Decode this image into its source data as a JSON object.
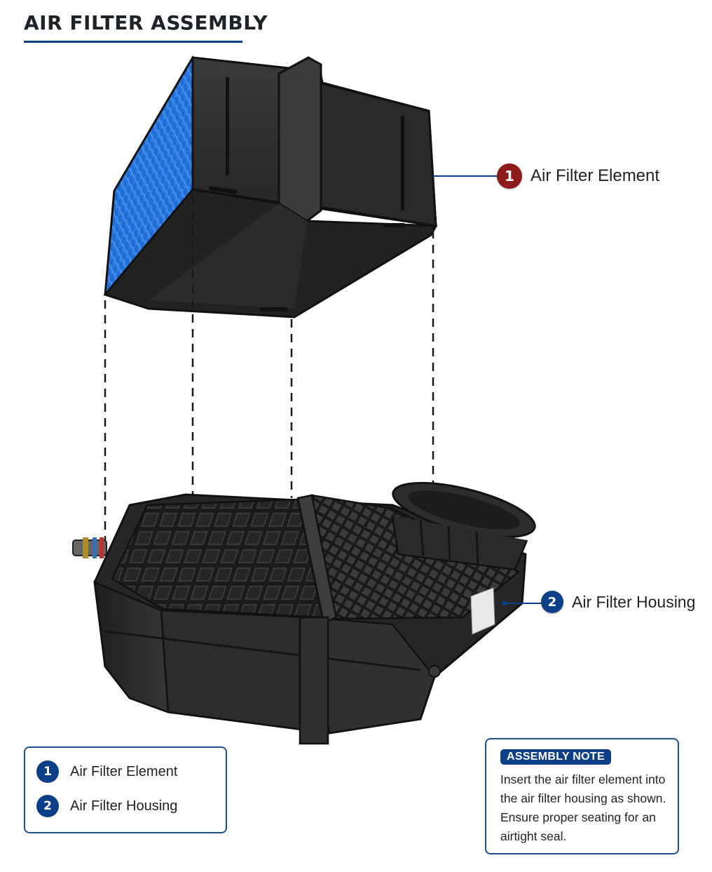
{
  "header": {
    "title": "AIR FILTER ASSEMBLY"
  },
  "callouts": [
    {
      "number": "1",
      "label": "Air Filter Element",
      "badge_color": "#8e1b1b"
    },
    {
      "number": "2",
      "label": "Air Filter Housing",
      "badge_color": "#0d3f86"
    }
  ],
  "legend": {
    "items": [
      {
        "number": "1",
        "label": "Air Filter Element"
      },
      {
        "number": "2",
        "label": "Air Filter Housing"
      }
    ]
  },
  "note": {
    "heading": "ASSEMBLY NOTE",
    "body": "Insert the air filter element into the air filter housing as shown. Ensure proper seating for an airtight seal."
  },
  "colors": {
    "accent": "#0d3f86",
    "filter_media": "#2f7ee0",
    "housing": "#2b2b2b"
  }
}
